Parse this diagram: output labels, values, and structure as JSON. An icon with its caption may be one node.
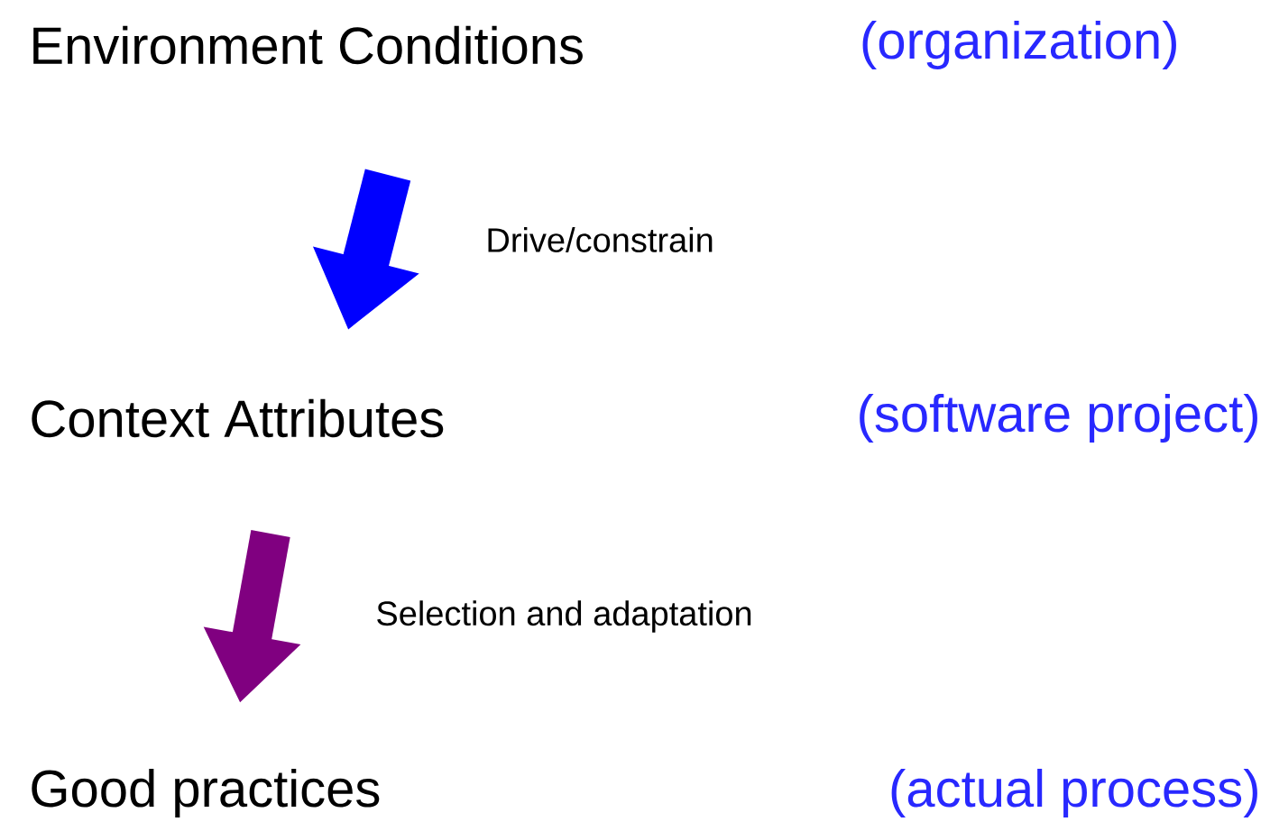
{
  "diagram": {
    "nodes": [
      {
        "text": [
          "Environment Conditions",
          "(organization)"
        ]
      },
      {
        "text": [
          "Context Attributes",
          "(software project)"
        ]
      },
      {
        "text": [
          "Good practices",
          "(actual process)"
        ]
      }
    ],
    "edges": [
      {
        "from": 0,
        "to": 1,
        "arrow": "to",
        "label": "Drive/constrain",
        "color": "#0000ff"
      },
      {
        "from": 1,
        "to": 2,
        "arrow": "to",
        "label": "Selection and adaptation",
        "color": "#800080"
      }
    ]
  }
}
